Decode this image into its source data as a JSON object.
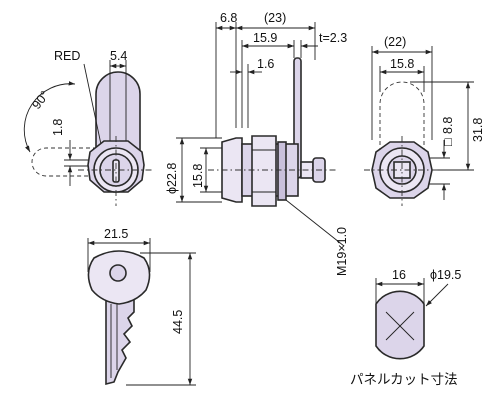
{
  "colors": {
    "part_fill": "#dcd5ea",
    "part_fill_light": "#ebe6f3",
    "part_fill_dark": "#c9c0db",
    "outline": "#2a2a2a",
    "line": "#222222",
    "background": "#ffffff"
  },
  "front_view": {
    "label_red": "RED",
    "dim_5_4": "5.4",
    "angle_90": "90°",
    "dim_1_8": "1.8"
  },
  "side_view": {
    "dim_6_8": "6.8",
    "dim_23": "(23)",
    "dim_15_9": "15.9",
    "dim_t": "t=2.3",
    "dim_1_6": "1.6",
    "dim_phi_22_8": "ϕ22.8",
    "dim_15_8": "15.8",
    "thread": "M19×1.0"
  },
  "back_view": {
    "dim_22": "(22)",
    "dim_15_8": "15.8",
    "square_symbol": "□",
    "dim_8_8": "8.8",
    "dim_31_8": "31.8"
  },
  "key_view": {
    "dim_21_5": "21.5",
    "dim_44_5": "44.5"
  },
  "panel_cut": {
    "dim_16": "16",
    "dim_phi_19_5": "ϕ19.5",
    "caption": "パネルカット寸法"
  }
}
